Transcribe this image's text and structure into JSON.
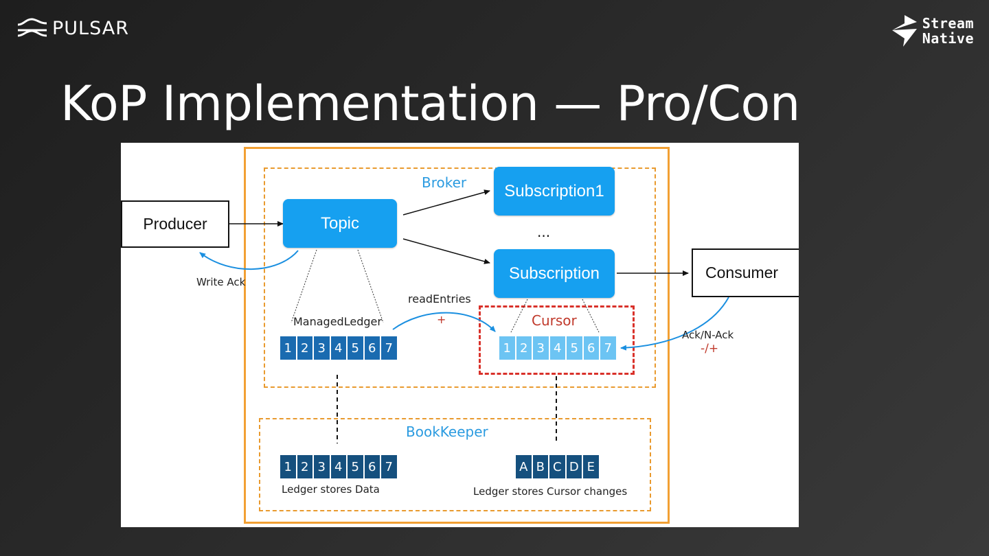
{
  "header": {
    "pulsar_logo_text": "PULSAR",
    "streamnative_line1": "Stream",
    "streamnative_line2": "Native"
  },
  "slide": {
    "title": "KoP Implementation — Pro/Con"
  },
  "diagram": {
    "producer": "Producer",
    "topic": "Topic",
    "subscription1": "Subscription1",
    "ellipsis": "...",
    "subscription": "Subscription",
    "consumer": "Consumer",
    "broker": "Broker",
    "write_ack": "Write Ack",
    "read_entries": "readEntries",
    "read_entries_sign": "+",
    "managed_ledger": "ManagedLedger",
    "cursor": "Cursor",
    "ack_nack": "Ack/N-Ack",
    "ack_nack_sign": "-/+",
    "bookkeeper": "BookKeeper",
    "managed_ledger_cells": [
      "1",
      "2",
      "3",
      "4",
      "5",
      "6",
      "7"
    ],
    "cursor_cells": [
      "1",
      "2",
      "3",
      "4",
      "5",
      "6",
      "7"
    ],
    "ledger_data_cells": [
      "1",
      "2",
      "3",
      "4",
      "5",
      "6",
      "7"
    ],
    "ledger_cursor_cells": [
      "A",
      "B",
      "C",
      "D",
      "E"
    ],
    "ledger_stores_data": "Ledger stores Data",
    "ledger_stores_cursor": "Ledger stores Cursor changes"
  },
  "colors": {
    "node_blue": "#16a0f0",
    "cell_dark": "#1a6bb0",
    "cell_light": "#6cc4f3",
    "cell_navy": "#15507e",
    "broker_border": "#e99a2e",
    "cursor_border": "#d9312a",
    "label_blue": "#2b9be0",
    "label_red": "#c0392b"
  }
}
